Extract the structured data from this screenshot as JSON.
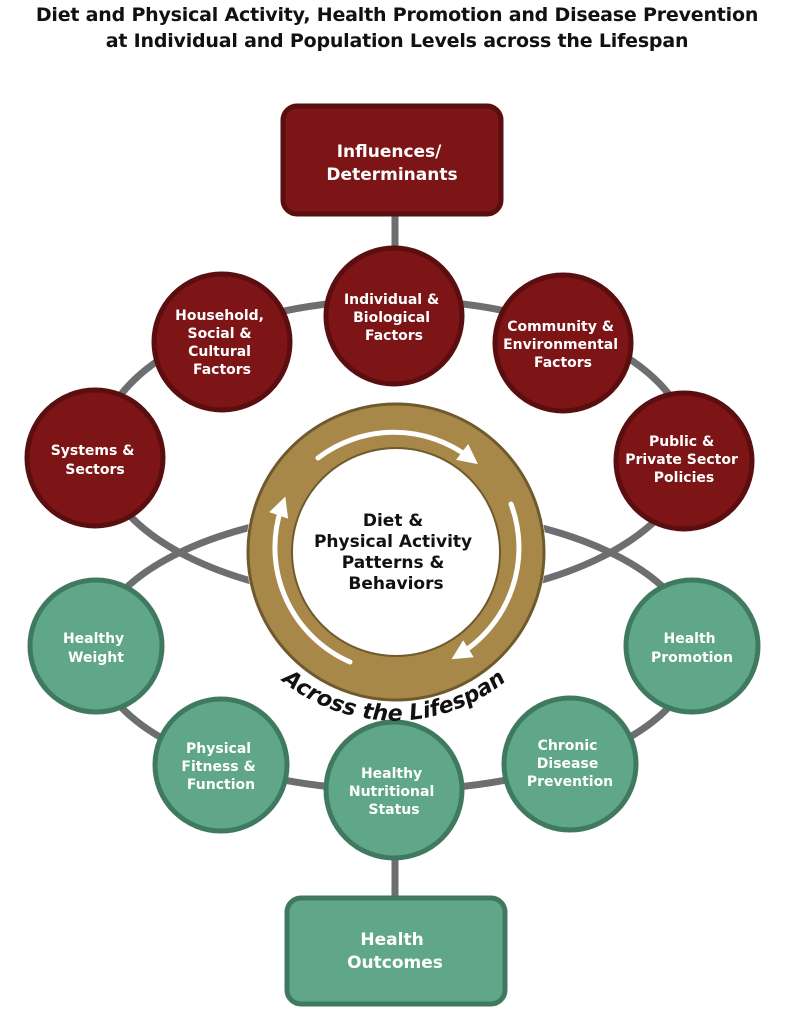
{
  "title": {
    "line1": "Diet and Physical Activity, Health Promotion and Disease Prevention",
    "line2": "at Individual and Population Levels across the Lifespan"
  },
  "influences": {
    "box": [
      "Influences/",
      "Determinants"
    ],
    "individual": [
      "Individual &",
      "Biological",
      "Factors"
    ],
    "household": [
      "Household,",
      "Social &",
      "Cultural",
      "Factors"
    ],
    "community": [
      "Community &",
      "Environmental",
      "Factors"
    ],
    "systems": [
      "Systems &",
      "Sectors"
    ],
    "policies": [
      "Public &",
      "Private Sector",
      "Policies"
    ]
  },
  "center": [
    "Diet &",
    "Physical Activity",
    "Patterns &",
    "Behaviors"
  ],
  "lifespan": "Across the Lifespan",
  "outcomes": {
    "box": [
      "Health",
      "Outcomes"
    ],
    "weight": [
      "Healthy",
      "Weight"
    ],
    "fitness": [
      "Physical",
      "Fitness &",
      "Function"
    ],
    "nutrition": [
      "Healthy",
      "Nutritional",
      "Status"
    ],
    "chronic": [
      "Chronic",
      "Disease",
      "Prevention"
    ],
    "promotion": [
      "Health",
      "Promotion"
    ]
  },
  "colors": {
    "maroon_fill": "#7d1416",
    "maroon_stroke": "#5a0e10",
    "green_fill": "#5fa788",
    "green_stroke": "#3f7a60",
    "gold_ring": "#a78848",
    "connector": "#6d6e70"
  }
}
